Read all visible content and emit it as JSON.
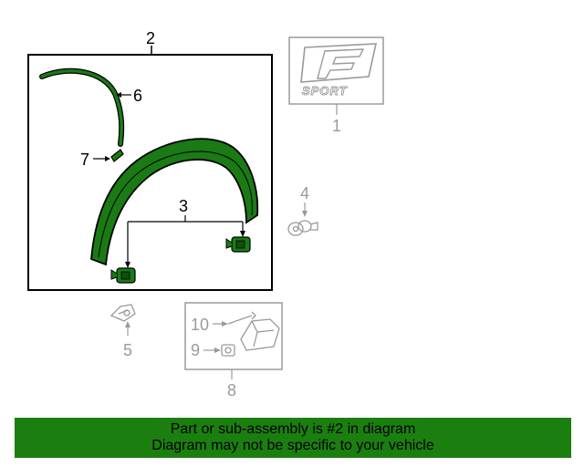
{
  "diagram": {
    "callouts": {
      "c1": "1",
      "c2": "2",
      "c3": "3",
      "c4": "4",
      "c5": "5",
      "c6": "6",
      "c7": "7",
      "c8": "8",
      "c9": "9",
      "c10": "10"
    },
    "emblem_text": "SPORT",
    "colors": {
      "highlight": "#1b7f10",
      "part_fill": "#1a7a14",
      "inactive_gray": "#9a9a9a",
      "outline": "#000000"
    }
  },
  "footer": {
    "line1": "Part or sub-assembly is #2 in diagram",
    "line2": "Diagram may not be specific to your vehicle"
  }
}
